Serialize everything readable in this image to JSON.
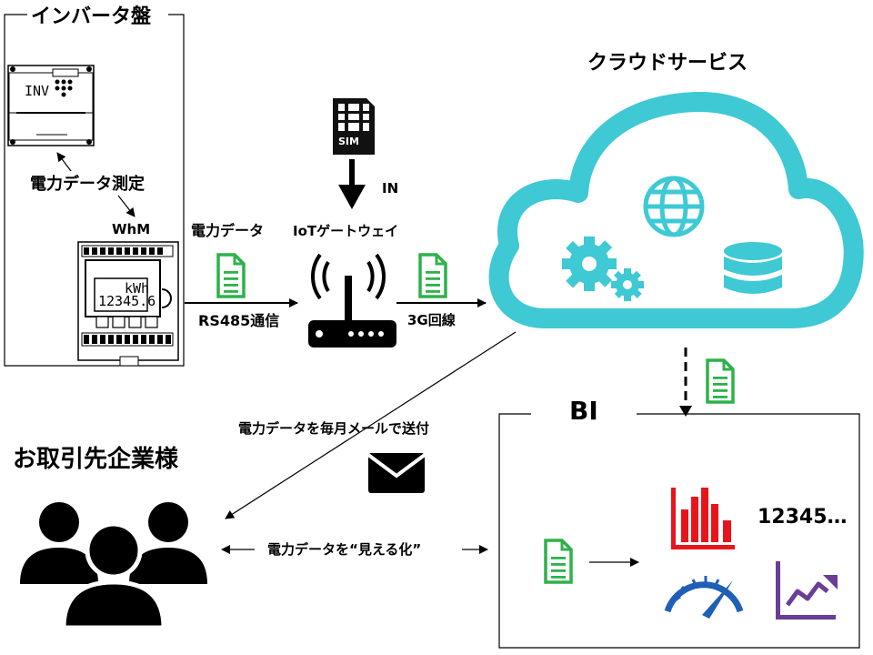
{
  "inverter_panel": {
    "title": "インバータ盤",
    "inverter_label": "INV",
    "measure_label": "電力データ測定",
    "meter_label": "WhM",
    "meter_unit": "kWh",
    "meter_reading": "12345.6"
  },
  "sim": {
    "label": "SIM",
    "in_label": "IN"
  },
  "gateway": {
    "title": "IoTゲートウェイ",
    "data_label": "電力データ",
    "rs485_label": "RS485通信",
    "line_label": "3G回線"
  },
  "cloud": {
    "title": "クラウドサービス"
  },
  "bi": {
    "title": "BI",
    "number_text": "12345…"
  },
  "customer": {
    "title": "お取引先企業様"
  },
  "mail": {
    "label": "電力データを毎月メールで送付"
  },
  "visualize": {
    "label": "電力データを“見える化”"
  },
  "colors": {
    "cloud": "#3ec9d4",
    "doc_green": "#2db24a",
    "bar_red": "#e8141c",
    "gauge_blue": "#1f5fb5",
    "trend_purple": "#6a3d96"
  }
}
